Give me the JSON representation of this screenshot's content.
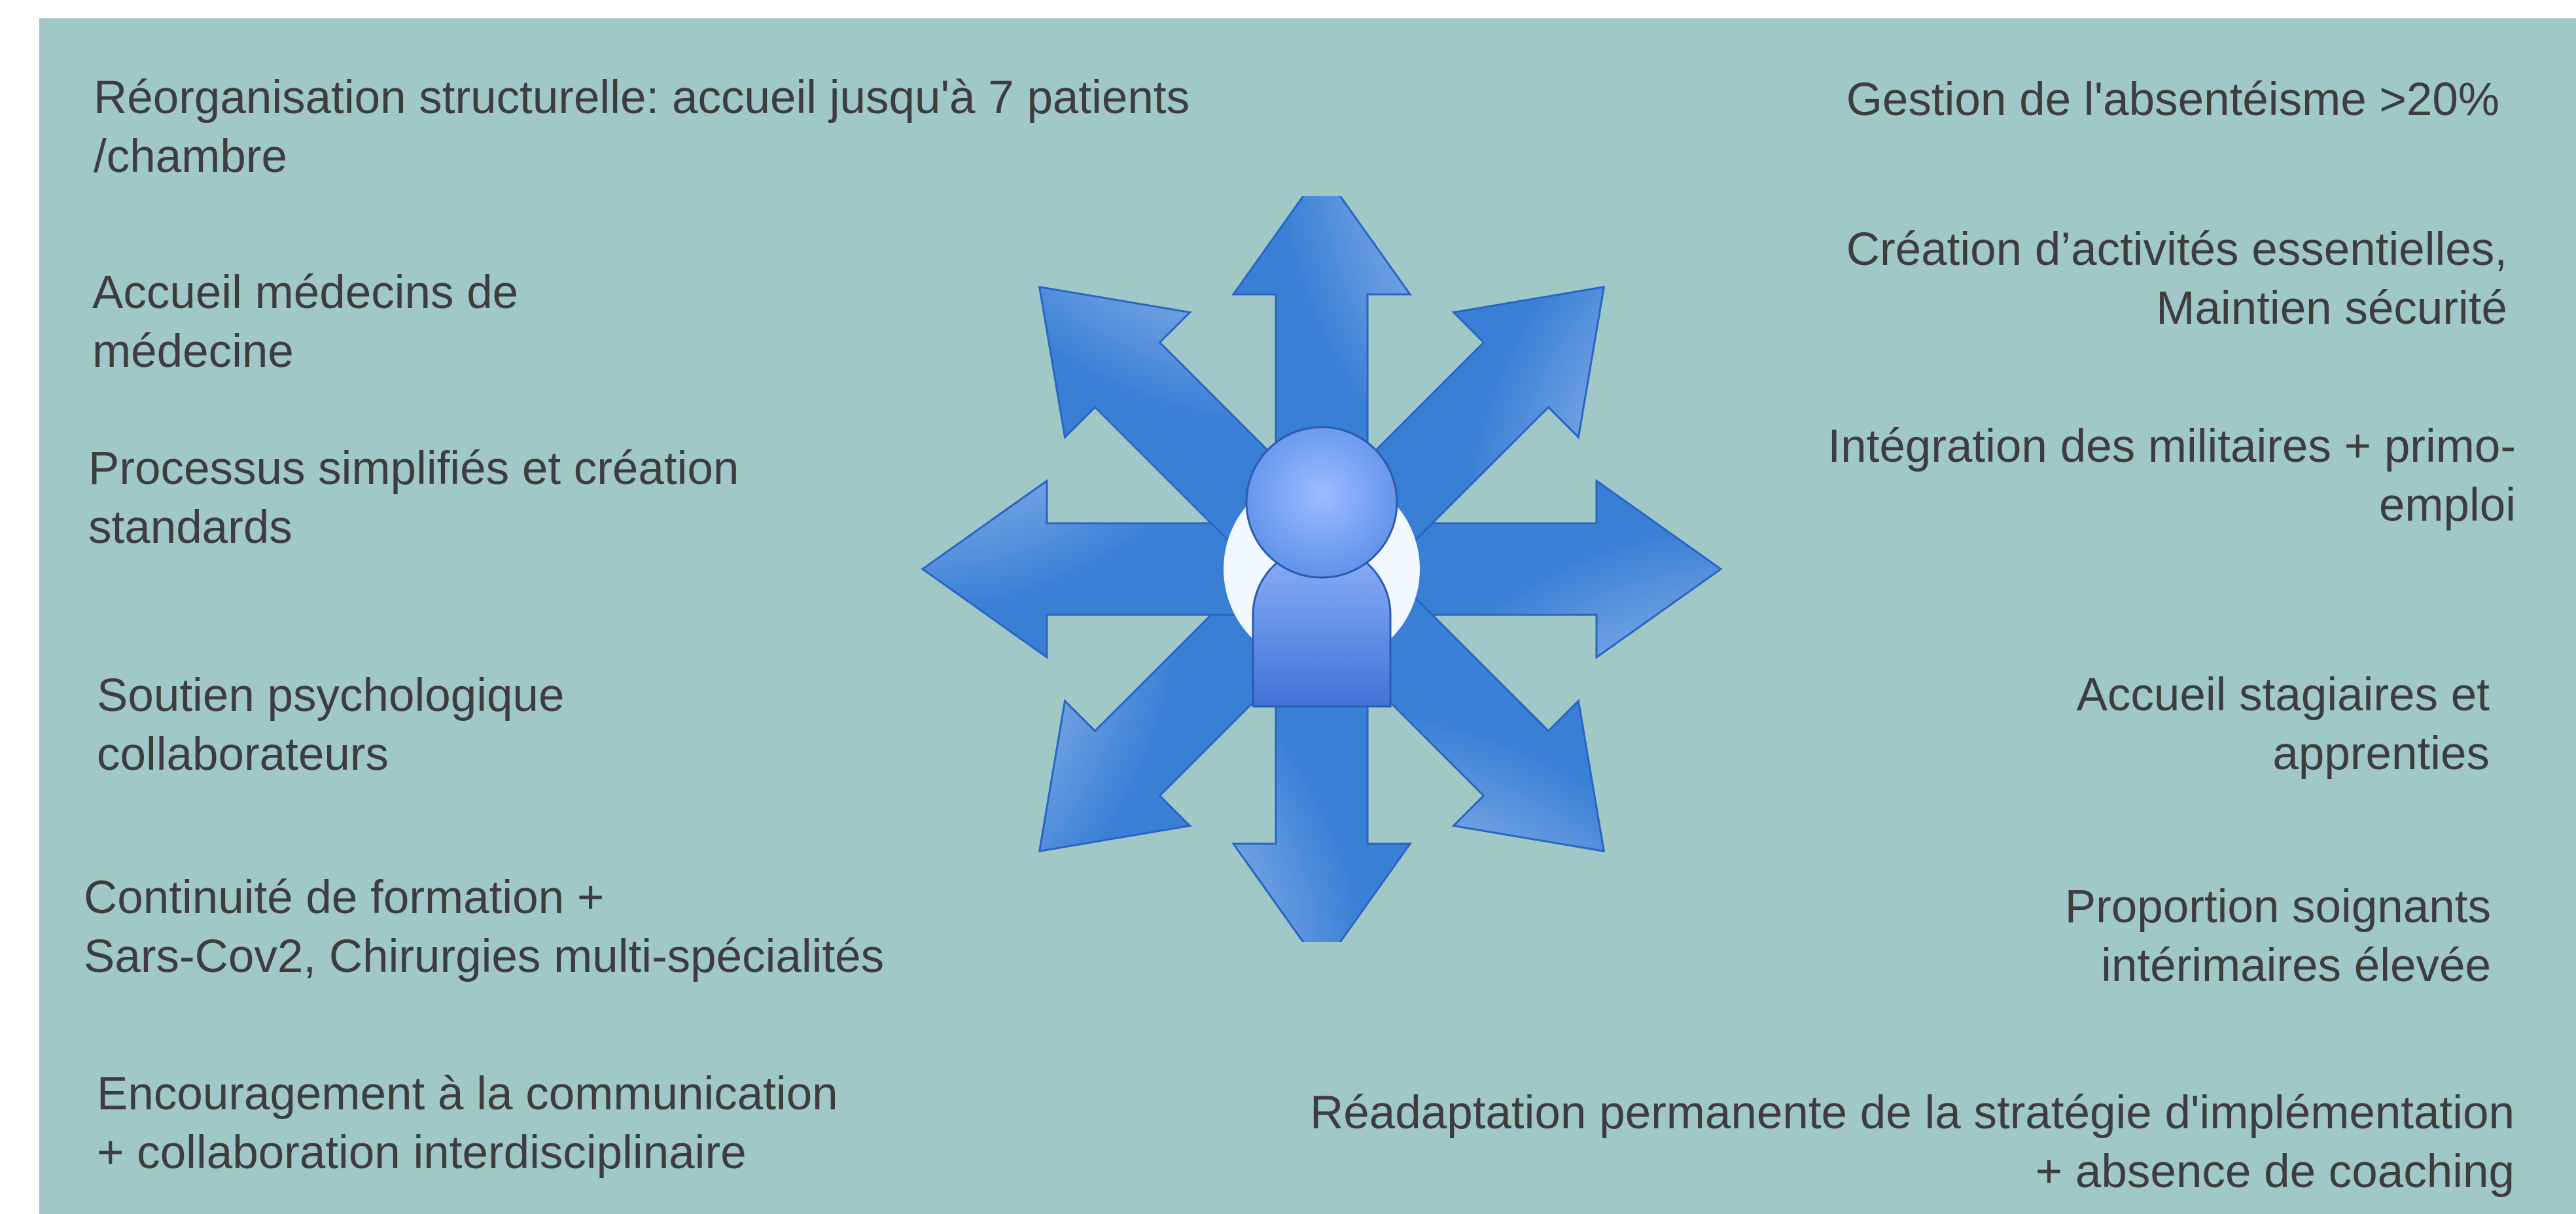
{
  "colors": {
    "background": "#9fc8c7",
    "text": "#3d3d3d",
    "arrow_dark": "#3a7fd6",
    "arrow_light": "#f2f8ff",
    "person": "#88aef7"
  },
  "center": {
    "arrow_count": 8,
    "icon": "person-icon"
  },
  "items": {
    "left_1": {
      "lines": [
        "Réorganisation structurelle: accueil jusqu'à 7 patients",
        "/chambre"
      ]
    },
    "left_2": {
      "lines": [
        "Accueil médecins de",
        "médecine"
      ]
    },
    "left_3": {
      "lines": [
        "Processus simplifiés et création",
        "standards"
      ]
    },
    "left_4": {
      "lines": [
        "Soutien psychologique",
        "collaborateurs"
      ]
    },
    "left_5": {
      "lines": [
        "Continuité de formation +",
        "Sars-Cov2, Chirurgies multi-spécialités"
      ]
    },
    "left_6": {
      "lines": [
        "Encouragement à la communication",
        "+ collaboration interdisciplinaire"
      ]
    },
    "right_1": {
      "lines": [
        "Gestion de l'absentéisme >20%"
      ]
    },
    "right_2": {
      "lines": [
        "Création d’activités essentielles,",
        "Maintien sécurité"
      ]
    },
    "right_3": {
      "lines": [
        "Intégration des militaires + primo-",
        "emploi"
      ]
    },
    "right_4": {
      "lines": [
        "Accueil stagiaires et",
        "apprenties"
      ]
    },
    "right_5": {
      "lines": [
        "Proportion soignants",
        "intérimaires élevée"
      ]
    },
    "right_6": {
      "lines": [
        "Réadaptation permanente de la stratégie d'implémentation",
        "+ absence de coaching"
      ]
    }
  }
}
